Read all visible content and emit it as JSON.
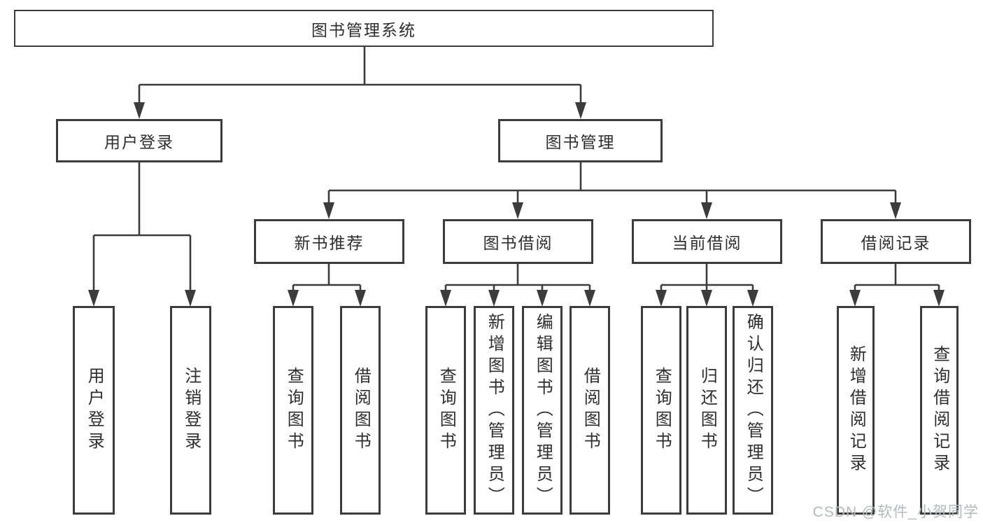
{
  "diagram": {
    "root": {
      "label": "图书管理系统"
    },
    "branches": {
      "user_login": {
        "label": "用户登录"
      },
      "book_management": {
        "label": "图书管理"
      }
    },
    "sections": {
      "new_book_recommend": {
        "label": "新书推荐"
      },
      "book_borrow": {
        "label": "图书借阅"
      },
      "current_borrow": {
        "label": "当前借阅"
      },
      "borrow_records": {
        "label": "借阅记录"
      }
    },
    "leaves": {
      "user_login_action": {
        "label": "用户登录"
      },
      "logout_action": {
        "label": "注销登录"
      },
      "rec_query_books": {
        "label": "查询图书"
      },
      "rec_borrow_books": {
        "label": "借阅图书"
      },
      "bb_query_books": {
        "label": "查询图书"
      },
      "bb_add_books": {
        "label": "新增图书（管理员）"
      },
      "bb_edit_books": {
        "label": "编辑图书（管理员）"
      },
      "bb_borrow_books": {
        "label": "借阅图书"
      },
      "cb_query_books": {
        "label": "查询图书"
      },
      "cb_return_books": {
        "label": "归还图书"
      },
      "cb_confirm_return": {
        "label": "确认归还（管理员）"
      },
      "br_add_record": {
        "label": "新增借阅记录"
      },
      "br_query_record": {
        "label": "查询借阅记录"
      }
    }
  },
  "watermark": {
    "text": "CSDN @软件_小贺同学"
  },
  "colors": {
    "line": "#3c3c3c",
    "text": "#2e2e2e",
    "watermark": "#b4b8bf",
    "background": "#ffffff"
  }
}
